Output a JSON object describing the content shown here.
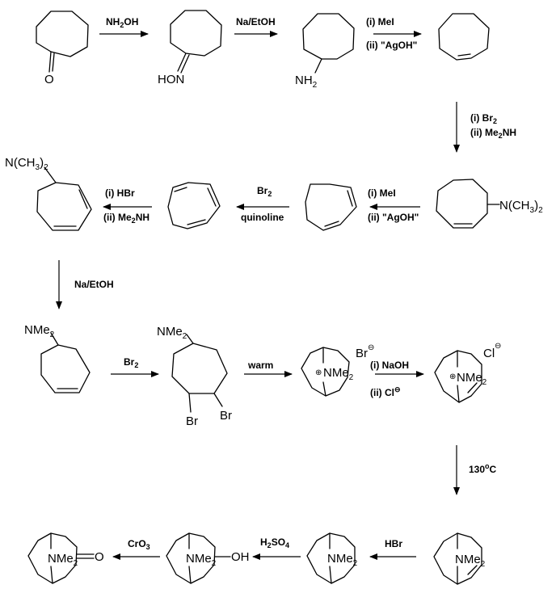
{
  "molecules": {
    "m1": {
      "atoms": [
        {
          "id": "O",
          "text": "O"
        }
      ]
    },
    "m2": {
      "atoms": [
        {
          "id": "N",
          "text": "HON"
        }
      ]
    },
    "m3": {
      "atoms": [
        {
          "id": "N",
          "text": "NH",
          "sub": "2"
        }
      ]
    },
    "m5": {
      "atoms": [
        {
          "id": "N",
          "text": "N(CH",
          "sub": "3",
          "post": ")",
          "sub2": "2"
        }
      ]
    },
    "m8": {
      "atoms": [
        {
          "id": "N",
          "text": "N(CH",
          "sub": "3",
          "post": ")",
          "sub2": "2"
        }
      ]
    },
    "m9": {
      "atoms": [
        {
          "id": "N",
          "text": "NMe",
          "sub": "2"
        }
      ]
    },
    "m10": {
      "atoms": [
        {
          "id": "N",
          "text": "NMe",
          "sub": "2"
        },
        {
          "id": "Br1",
          "text": "Br"
        },
        {
          "id": "Br2",
          "text": "Br"
        }
      ]
    },
    "m11": {
      "atoms": [
        {
          "id": "N",
          "text": "NMe",
          "sub": "2",
          "charge": "⊕"
        },
        {
          "id": "X",
          "text": "Br",
          "charge": "⊖"
        }
      ]
    },
    "m12": {
      "atoms": [
        {
          "id": "N",
          "text": "NMe",
          "sub": "2",
          "charge": "⊕"
        },
        {
          "id": "X",
          "text": "Cl",
          "charge": "⊖"
        }
      ]
    },
    "m13": {
      "atoms": [
        {
          "id": "N",
          "text": "NMe",
          "sub": "2"
        }
      ]
    },
    "m14": {
      "atoms": [
        {
          "id": "N",
          "text": "NMe",
          "sub": "2"
        }
      ]
    },
    "m15": {
      "atoms": [
        {
          "id": "N",
          "text": "NMe",
          "sub": "2"
        },
        {
          "id": "O",
          "text": "OH"
        }
      ]
    },
    "m16": {
      "atoms": [
        {
          "id": "N",
          "text": "NMe",
          "sub": "2"
        },
        {
          "id": "O",
          "text": "O"
        }
      ]
    }
  },
  "arrows": [
    {
      "id": "a1",
      "lines": [
        {
          "text": "NH",
          "sub": "2",
          "post": "OH"
        }
      ]
    },
    {
      "id": "a2",
      "lines": [
        {
          "text": "Na/EtOH"
        }
      ]
    },
    {
      "id": "a3",
      "lines": [
        {
          "text": "(i)   MeI"
        },
        {
          "text": "(ii)  \"AgOH\""
        }
      ]
    },
    {
      "id": "a4",
      "lines": [
        {
          "text": "(i)   Br",
          "sub": "2"
        },
        {
          "text": "(ii)  Me",
          "sub": "2",
          "post": "NH"
        }
      ]
    },
    {
      "id": "a5",
      "lines": [
        {
          "text": "(i)   MeI"
        },
        {
          "text": "(ii)  \"AgOH\""
        }
      ]
    },
    {
      "id": "a6",
      "lines": [
        {
          "text": "Br",
          "sub": "2"
        },
        {
          "text": "quinoline"
        }
      ]
    },
    {
      "id": "a7",
      "lines": [
        {
          "text": "(i)   HBr"
        },
        {
          "text": "(ii)  Me",
          "sub": "2",
          "post": "NH"
        }
      ]
    },
    {
      "id": "a8",
      "lines": [
        {
          "text": "Na/EtOH"
        }
      ]
    },
    {
      "id": "a9",
      "lines": [
        {
          "text": "Br",
          "sub": "2"
        }
      ]
    },
    {
      "id": "a10",
      "lines": [
        {
          "text": "warm"
        }
      ]
    },
    {
      "id": "a11",
      "lines": [
        {
          "text": "(i)   NaOH"
        },
        {
          "text": "(ii)  Cl",
          "sup": "⊖"
        }
      ]
    },
    {
      "id": "a12",
      "lines": [
        {
          "text": "130",
          "sup": "o",
          "post": "C"
        }
      ]
    },
    {
      "id": "a13",
      "lines": [
        {
          "text": "HBr"
        }
      ]
    },
    {
      "id": "a14",
      "lines": [
        {
          "text": "H",
          "sub": "2",
          "post": "SO",
          "sub2": "4"
        }
      ]
    },
    {
      "id": "a15",
      "lines": [
        {
          "text": "CrO",
          "sub": "3"
        }
      ]
    }
  ]
}
